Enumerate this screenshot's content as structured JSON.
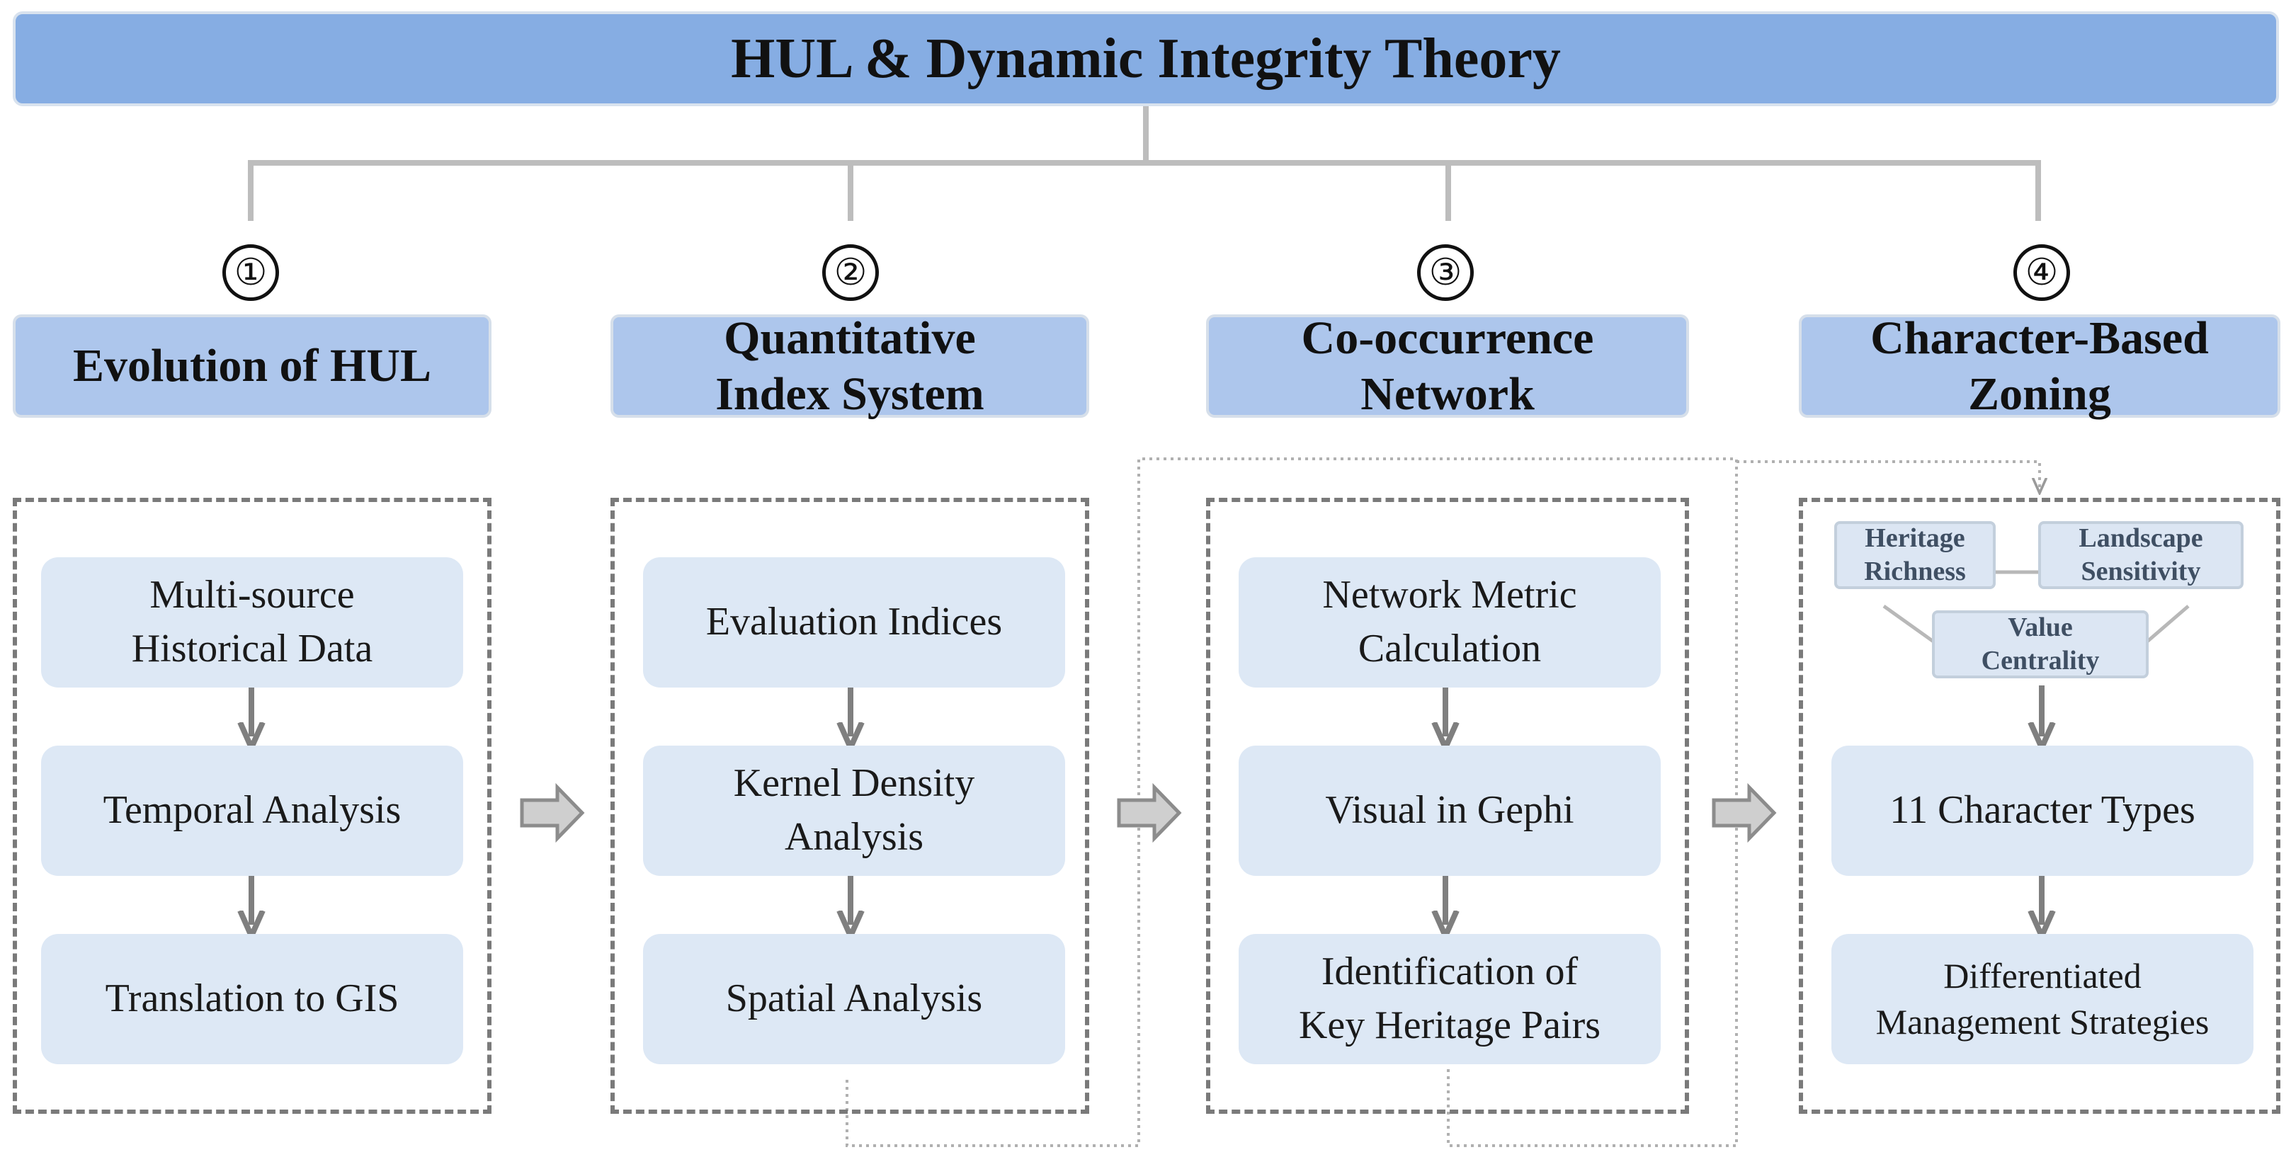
{
  "title": "HUL  & Dynamic Integrity Theory",
  "stages": [
    {
      "number": "①",
      "heading": "Evolution of HUL",
      "steps": [
        "Multi-source\nHistorical Data",
        "Temporal Analysis",
        "Translation to GIS"
      ]
    },
    {
      "number": "②",
      "heading": "Quantitative\nIndex System",
      "steps": [
        "Evaluation Indices",
        "Kernel Density\nAnalysis",
        "Spatial Analysis"
      ]
    },
    {
      "number": "③",
      "heading": "Co-occurrence\nNetwork",
      "steps": [
        "Network Metric\nCalculation",
        "Visual in Gephi",
        "Identification of\nKey Heritage Pairs"
      ]
    },
    {
      "number": "④",
      "heading": "Character-Based\nZoning",
      "criteria": [
        "Heritage\nRichness",
        "Landscape\nSensitivity",
        "Value\nCentrality"
      ],
      "steps": [
        "11 Character Types",
        "Differentiated\nManagement Strategies"
      ]
    }
  ],
  "colors": {
    "title_fill": "#86ade3",
    "heading_fill": "#adc6ec",
    "step_fill": "#dde8f5",
    "arrow_gray": "#8c8c8c",
    "connector_gray": "#bdbdbd"
  }
}
